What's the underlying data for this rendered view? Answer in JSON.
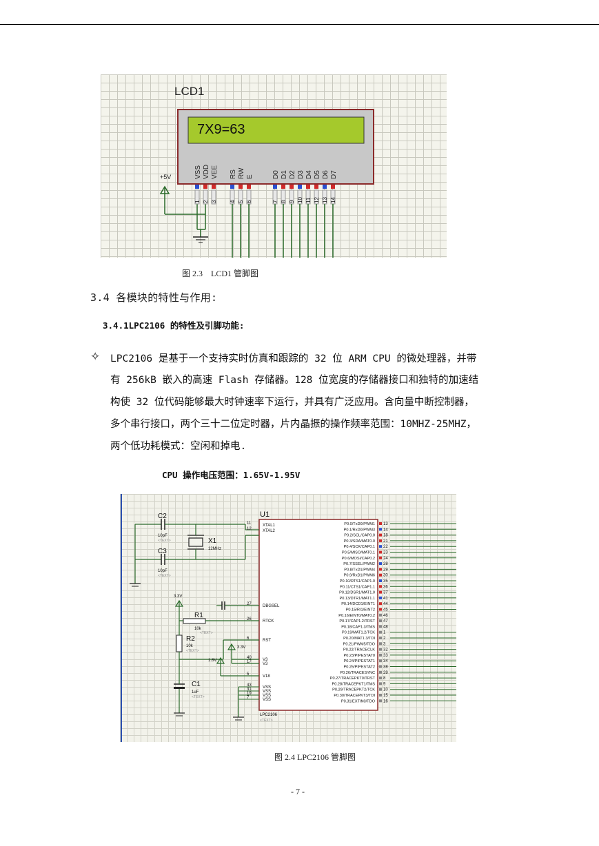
{
  "figure1": {
    "component_label": "LCD1",
    "display_text": "7X9=63",
    "supply_label": "+5V",
    "pin_names": [
      "VSS",
      "VDD",
      "VEE",
      "RS",
      "RW",
      "E",
      "D0",
      "D1",
      "D2",
      "D3",
      "D4",
      "D5",
      "D6",
      "D7"
    ],
    "pin_numbers": [
      "1",
      "2",
      "3",
      "4",
      "5",
      "6",
      "7",
      "8",
      "9",
      "10",
      "11",
      "12",
      "13",
      "14"
    ],
    "caption": "图 2.3　LCD1 管脚图"
  },
  "section_heading": "3.4 各模块的特性与作用:",
  "subsection_heading": "3.4.1LPC2106 的特性及引脚功能:",
  "bullet_symbol": "✧",
  "paragraph_lines": [
    "LPC2106 是基于一个支持实时仿真和跟踪的 32 位 ARM CPU 的微处理器，并带",
    "有 256kB 嵌入的高速 Flash 存储器。128 位宽度的存储器接口和独特的加速结",
    "构使 32 位代码能够最大时钟速率下运行，并具有广泛应用。含向量中断控制器，",
    "多个串行接口，两个三十二位定时器，片内晶振的操作频率范围：10MHZ-25MHZ，",
    "两个低功耗模式：空闲和掉电."
  ],
  "voltage_line": "CPU 操作电压范围：1.65V-1.95V",
  "figure2": {
    "chip_ref": "U1",
    "chip_name": "LPC2106",
    "text_placeholder": "<TEXT>",
    "c2": {
      "ref": "C2",
      "value": "10pF"
    },
    "c3": {
      "ref": "C3",
      "value": "10pF"
    },
    "x1": {
      "ref": "X1",
      "value": "12MHz"
    },
    "r1": {
      "ref": "R1",
      "value": "10k"
    },
    "r2": {
      "ref": "R2",
      "value": "10k"
    },
    "c1": {
      "ref": "C1",
      "value": "1uF"
    },
    "rail_33_left": "3.3V",
    "rail_33_mid": "3.3V",
    "rail_18": "1.8V",
    "left_pins": [
      {
        "num": "11",
        "name": "XTAL1"
      },
      {
        "num": "12",
        "name": "XTAL2"
      },
      {
        "num": "27",
        "name": "DBGSEL"
      },
      {
        "num": "26",
        "name": "RTCK"
      },
      {
        "num": "6",
        "name": "RST"
      },
      {
        "num": "40",
        "name": "V3"
      },
      {
        "num": "17",
        "name": "V3"
      },
      {
        "num": "5",
        "name": "V18"
      },
      {
        "num": "43",
        "name": "VSS"
      },
      {
        "num": "31",
        "name": "VSS"
      },
      {
        "num": "19",
        "name": "VSS"
      },
      {
        "num": "7",
        "name": "VSS"
      }
    ],
    "right_pins": [
      {
        "name": "P0.0/TxD0/PWM1",
        "num": "13"
      },
      {
        "name": "P0.1/RxD0/PWM3",
        "num": "14"
      },
      {
        "name": "P0.2/SCL/CAP0.0",
        "num": "18"
      },
      {
        "name": "P0.3/SDA/MAT0.0",
        "num": "21"
      },
      {
        "name": "P0.4/SCK/CAP0.1",
        "num": "22"
      },
      {
        "name": "P0.5/MISO/MAT0.1",
        "num": "23"
      },
      {
        "name": "P0.6/MOSI/CAP0.2",
        "num": "24"
      },
      {
        "name": "P0.7/SSEL/PWM2",
        "num": "28"
      },
      {
        "name": "P0.8/TxD1/PWM4",
        "num": "29"
      },
      {
        "name": "P0.9/RxD1/PWM6",
        "num": "30"
      },
      {
        "name": "P0.10/RTS1/CAP1.0",
        "num": "35"
      },
      {
        "name": "P0.11/CTS1/CAP1.1",
        "num": "36"
      },
      {
        "name": "P0.12/DSR1/MAT1.0",
        "num": "37"
      },
      {
        "name": "P0.13/DTR1/MAT1.1",
        "num": "41"
      },
      {
        "name": "P0.14/DCD1/EINT1",
        "num": "44"
      },
      {
        "name": "P0.15/RI1/EINT2",
        "num": "45"
      },
      {
        "name": "P0.16/EINT0/MAT0.2",
        "num": "46"
      },
      {
        "name": "P0.17/CAP1.2/TRST",
        "num": "47"
      },
      {
        "name": "P0.18/CAP1.3/TMS",
        "num": "48"
      },
      {
        "name": "P0.19/MAT1.2/TCK",
        "num": "1"
      },
      {
        "name": "P0.20/MAT1.3/TDI",
        "num": "2"
      },
      {
        "name": "P0.21/PWM5/TDO",
        "num": "3"
      },
      {
        "name": "P0.22/TRACECLK",
        "num": "32"
      },
      {
        "name": "P0.23/PIPESTAT0",
        "num": "33"
      },
      {
        "name": "P0.24/PIPESTAT1",
        "num": "34"
      },
      {
        "name": "P0.25/PIPESTAT2",
        "num": "38"
      },
      {
        "name": "P0.26/TRACESYNC",
        "num": "39"
      },
      {
        "name": "P0.27/TRACEPKT0/TRST",
        "num": "8"
      },
      {
        "name": "P0.28/TRACEPKT1/TMS",
        "num": "9"
      },
      {
        "name": "P0.29/TRACEPKT2/TCK",
        "num": "10"
      },
      {
        "name": "P0.30/TRACEPKT3/TDI",
        "num": "15"
      },
      {
        "name": "P0.31/EXTIN0/TDO",
        "num": "16"
      }
    ],
    "caption": "图 2.4 LPC2106 管脚图"
  },
  "page_number": "- 7 -"
}
